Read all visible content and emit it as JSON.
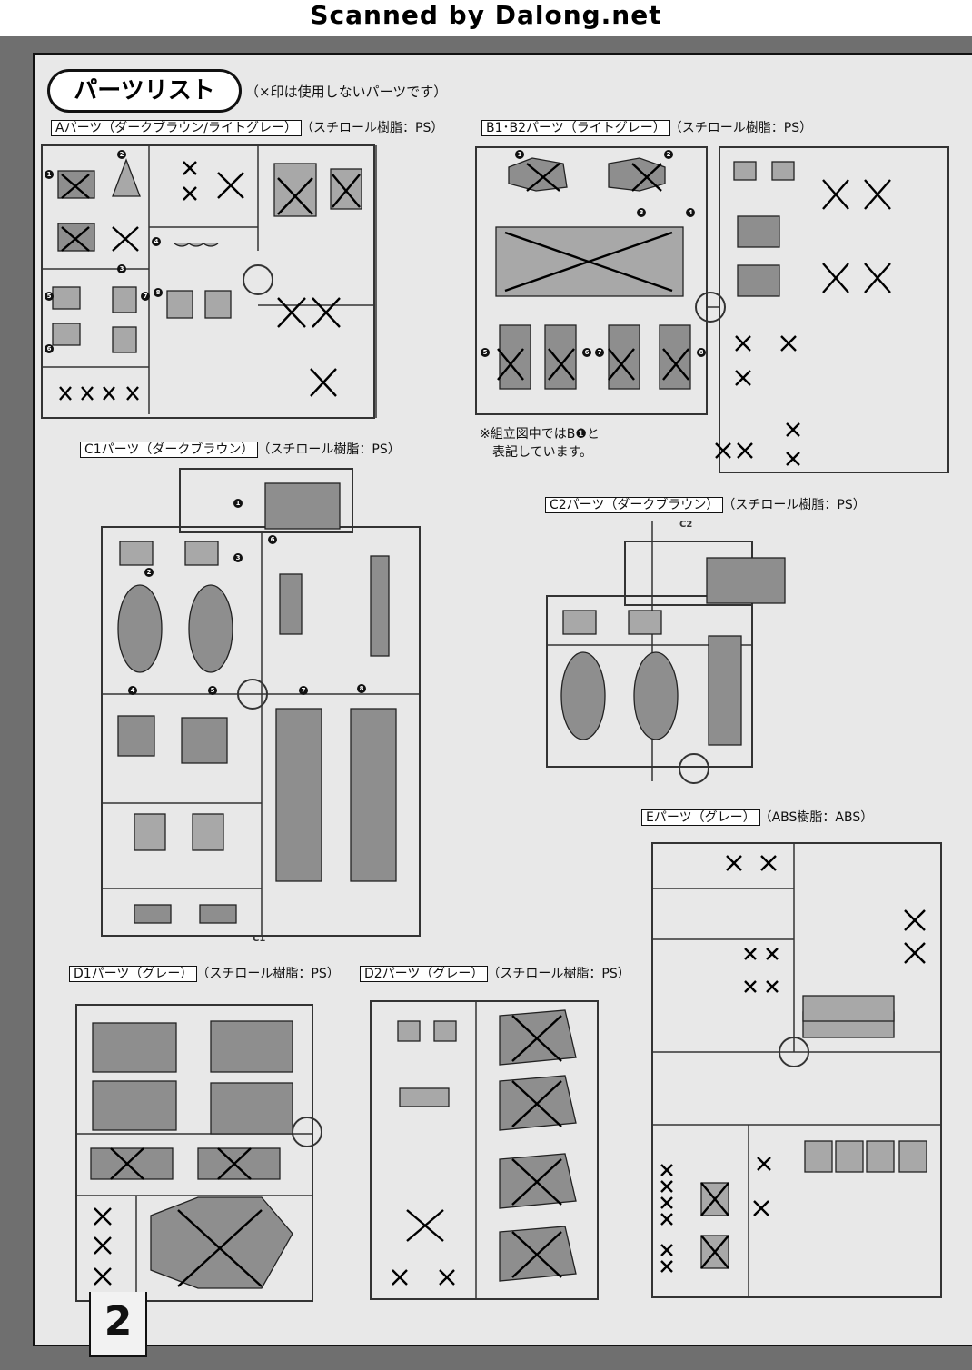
{
  "scan_header": "Scanned by Dalong.net",
  "page_number": "2",
  "title": "パーツリスト",
  "title_note": "（×印は使用しないパーツです）",
  "runners": {
    "A": {
      "name": "Aパーツ（ダークブラウン/ライトグレー）",
      "material": "（スチロール樹脂：PS）"
    },
    "B": {
      "name": "B1･B2パーツ（ライトグレー）",
      "material": "（スチロール樹脂：PS）"
    },
    "C1": {
      "name": "C1パーツ（ダークブラウン）",
      "material": "（スチロール樹脂：PS）",
      "tag": "C1"
    },
    "C2": {
      "name": "C2パーツ（ダークブラウン）",
      "material": "（スチロール樹脂：PS）",
      "tag": "C2"
    },
    "D1": {
      "name": "D1パーツ（グレー）",
      "material": "（スチロール樹脂：PS）"
    },
    "D2": {
      "name": "D2パーツ（グレー）",
      "material": "（スチロール樹脂：PS）"
    },
    "E": {
      "name": "Eパーツ（グレー）",
      "material": "（ABS樹脂：ABS）"
    }
  },
  "b_note": [
    "※組立図中ではB❶と",
    "表記しています。"
  ]
}
